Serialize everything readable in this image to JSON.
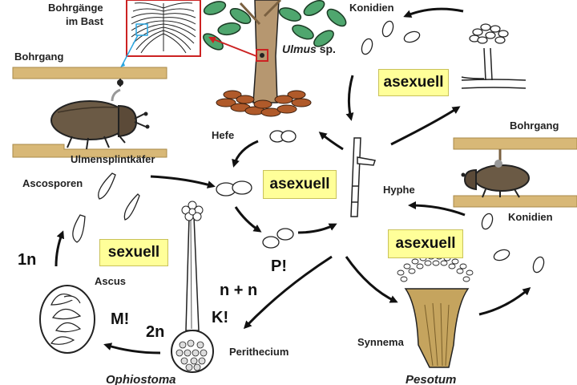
{
  "labels": {
    "bohrgaenge_line1": "Bohrgänge",
    "bohrgaenge_line2": "im Bast",
    "bohrgang_left": "Bohrgang",
    "bohrgang_right": "Bohrgang",
    "ulmus": "Ulmus",
    "ulmus_sp": "sp.",
    "konidien_top": "Konidien",
    "konidien_right": "Konidien",
    "hefe": "Hefe",
    "ulmensplintkaefer": "Ulmensplintkäfer",
    "ascosporen": "Ascosporen",
    "hyphe": "Hyphe",
    "ascus": "Ascus",
    "perithecium": "Perithecium",
    "synnema": "Synnema",
    "ophiostoma": "Ophiostoma",
    "pesotum": "Pesotum"
  },
  "ploidy": {
    "one_n": "1n",
    "two_n": "2n",
    "n_plus_n": "n + n"
  },
  "events": {
    "p": "P!",
    "k": "K!",
    "m": "M!"
  },
  "phases": {
    "asexuell_top_right": "asexuell",
    "asexuell_center": "asexuell",
    "asexuell_right": "asexuell",
    "sexuell": "sexuell"
  },
  "colors": {
    "wood": "#d8b877",
    "beetle": "#6b5a45",
    "leaf": "#4fa66e",
    "soil_leaf": "#b05a2a",
    "trunk": "#b69770",
    "phase_box": "#ffff99",
    "inset_border": "#cc2222"
  }
}
